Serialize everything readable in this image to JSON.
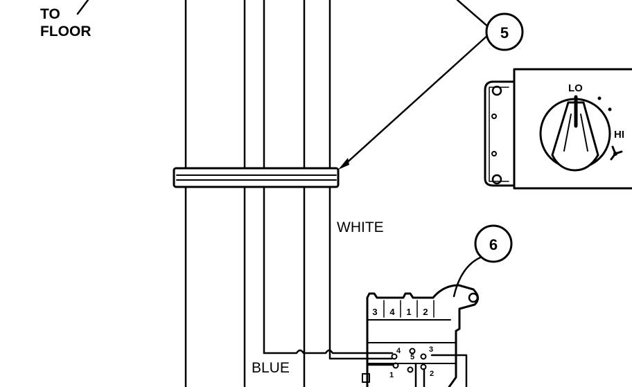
{
  "labels": {
    "to": "TO",
    "floor": "FLOOR",
    "white": "WHITE",
    "blue": "BLUE"
  },
  "callouts": {
    "c5": "5",
    "c6": "6"
  },
  "control_knob": {
    "lo": "LO",
    "hi": "HI"
  },
  "switch_terminals": {
    "top_row": [
      "3",
      "4",
      "1",
      "2"
    ],
    "center": "5",
    "left": "4",
    "right": "3",
    "lower_left": "1",
    "lower_right": "2"
  },
  "colors": {
    "ink": "#000000",
    "paper": "#ffffff"
  }
}
